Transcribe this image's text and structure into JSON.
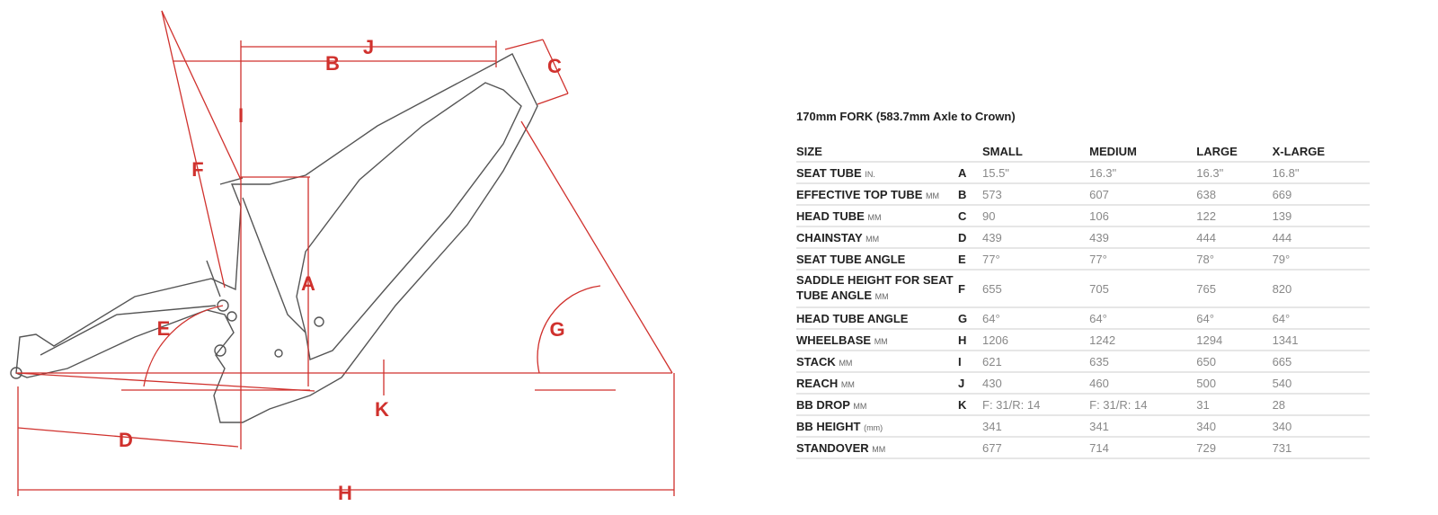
{
  "diagram": {
    "accent": "#d0312d",
    "labels": {
      "A": "A",
      "B": "B",
      "C": "C",
      "D": "D",
      "E": "E",
      "F": "F",
      "G": "G",
      "H": "H",
      "I": "I",
      "J": "J",
      "K": "K"
    }
  },
  "specs": {
    "title": "170mm FORK (583.7mm Axle to Crown)",
    "header": {
      "size": "SIZE",
      "cols": [
        "SMALL",
        "MEDIUM",
        "LARGE",
        "X-LARGE"
      ]
    },
    "rows": [
      {
        "name": "SEAT TUBE",
        "unit": "IN.",
        "code": "A",
        "values": [
          "15.5\"",
          "16.3\"",
          "16.3\"",
          "16.8\""
        ]
      },
      {
        "name": "EFFECTIVE TOP TUBE",
        "unit": "MM",
        "code": "B",
        "values": [
          "573",
          "607",
          "638",
          "669"
        ]
      },
      {
        "name": "HEAD TUBE",
        "unit": "MM",
        "code": "C",
        "values": [
          "90",
          "106",
          "122",
          "139"
        ]
      },
      {
        "name": "CHAINSTAY",
        "unit": "MM",
        "code": "D",
        "values": [
          "439",
          "439",
          "444",
          "444"
        ]
      },
      {
        "name": "SEAT TUBE ANGLE",
        "unit": "",
        "code": "E",
        "values": [
          "77°",
          "77°",
          "78°",
          "79°"
        ]
      },
      {
        "name": "SADDLE HEIGHT FOR SEAT TUBE ANGLE",
        "unit": "MM",
        "code": "F",
        "values": [
          "655",
          "705",
          "765",
          "820"
        ]
      },
      {
        "name": "HEAD TUBE ANGLE",
        "unit": "",
        "code": "G",
        "values": [
          "64°",
          "64°",
          "64°",
          "64°"
        ]
      },
      {
        "name": "WHEELBASE",
        "unit": "MM",
        "code": "H",
        "values": [
          "1206",
          "1242",
          "1294",
          "1341"
        ]
      },
      {
        "name": "STACK",
        "unit": "MM",
        "code": "I",
        "values": [
          "621",
          "635",
          "650",
          "665"
        ]
      },
      {
        "name": "REACH",
        "unit": "MM",
        "code": "J",
        "values": [
          "430",
          "460",
          "500",
          "540"
        ]
      },
      {
        "name": "BB DROP",
        "unit": "MM",
        "code": "K",
        "values": [
          "F: 31/R: 14",
          "F: 31/R: 14",
          "31",
          "28"
        ]
      },
      {
        "name": "BB HEIGHT",
        "unit": "(mm)",
        "code": "",
        "values": [
          "341",
          "341",
          "340",
          "340"
        ]
      },
      {
        "name": "STANDOVER",
        "unit": "MM",
        "code": "",
        "values": [
          "677",
          "714",
          "729",
          "731"
        ]
      }
    ]
  }
}
